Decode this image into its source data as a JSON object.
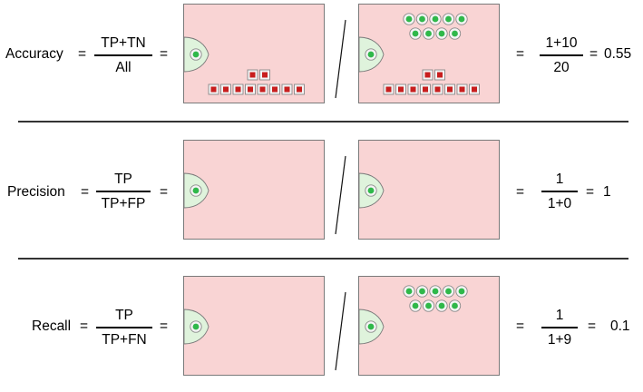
{
  "rows": [
    {
      "id": "accuracy",
      "metric": "Accuracy",
      "eq1": "=",
      "numerator": "TP+TN",
      "denominator": "All",
      "eq2": "=",
      "eq3": "=",
      "result_numerator": "1+10",
      "result_denominator": "20",
      "eq4": "=",
      "result": "0.55",
      "left_panel": {
        "true_positive_circle": 1,
        "squares": 10
      },
      "right_panel": {
        "true_positive_circle": 1,
        "circles": 9,
        "squares": 10
      }
    },
    {
      "id": "precision",
      "metric": "Precision",
      "eq1": "=",
      "numerator": "TP",
      "denominator": "TP+FP",
      "eq2": "=",
      "eq3": "=",
      "result_numerator": "1",
      "result_denominator": "1+0",
      "eq4": "=",
      "result": "1",
      "left_panel": {
        "true_positive_circle": 1,
        "squares": 0
      },
      "right_panel": {
        "true_positive_circle": 1,
        "circles": 0,
        "squares": 0
      }
    },
    {
      "id": "recall",
      "metric": "Recall",
      "eq1": "=",
      "numerator": "TP",
      "denominator": "TP+FN",
      "eq2": "=",
      "eq3": "=",
      "result_numerator": "1",
      "result_denominator": "1+9",
      "eq4": "=",
      "result": "0.1",
      "left_panel": {
        "true_positive_circle": 1,
        "squares": 0
      },
      "right_panel": {
        "true_positive_circle": 1,
        "circles": 9,
        "squares": 0
      }
    }
  ],
  "colors": {
    "panel_fill": "#f9d4d4",
    "region_fill": "#dff3dc",
    "circle_fill": "#2fb84a",
    "square_fill": "#c81e1e"
  }
}
